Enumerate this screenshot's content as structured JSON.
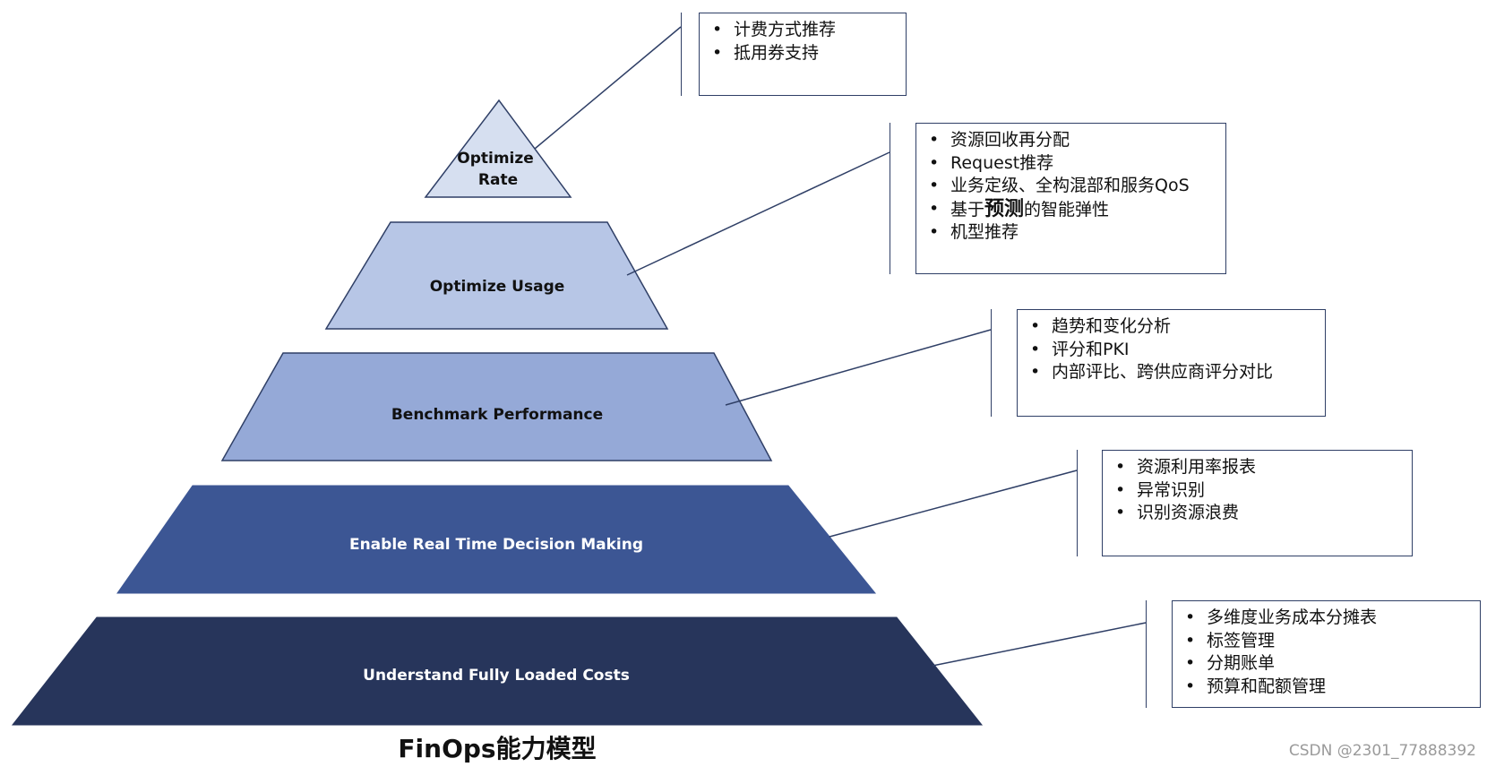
{
  "tiers": [
    {
      "label_lines": [
        "Optimize",
        "Rate"
      ],
      "color": "#d6dff0",
      "text_color": "#111111",
      "items": [
        {
          "text": "计费方式推荐"
        },
        {
          "text": "抵用券支持"
        }
      ]
    },
    {
      "label_lines": [
        "Optimize Usage"
      ],
      "color": "#b7c6e6",
      "text_color": "#111111",
      "items": [
        {
          "text": "资源回收再分配"
        },
        {
          "text": "Request推荐"
        },
        {
          "text": "业务定级、全构混部和服务QoS"
        },
        {
          "before": "基于",
          "bold": "预测",
          "after": "的智能弹性"
        },
        {
          "text": "机型推荐"
        }
      ]
    },
    {
      "label_lines": [
        "Benchmark Performance"
      ],
      "color": "#95a9d7",
      "text_color": "#111111",
      "items": [
        {
          "text": "趋势和变化分析"
        },
        {
          "text": "评分和PKI"
        },
        {
          "text": "内部评比、跨供应商评分对比"
        }
      ]
    },
    {
      "label_lines": [
        "Enable Real Time Decision Making"
      ],
      "color": "#3c5694",
      "text_color": "#ffffff",
      "items": [
        {
          "text": "资源利用率报表"
        },
        {
          "text": "异常识别"
        },
        {
          "text": "识别资源浪费"
        }
      ]
    },
    {
      "label_lines": [
        "Understand Fully Loaded Costs"
      ],
      "color": "#27355b",
      "text_color": "#ffffff",
      "items": [
        {
          "text": "多维度业务成本分摊表"
        },
        {
          "text": "标签管理"
        },
        {
          "text": "分期账单"
        },
        {
          "text": "预算和配额管理"
        }
      ]
    }
  ],
  "caption": "FinOps能力模型",
  "watermark": "CSDN @2301_77888392",
  "colors": {
    "outline": "#2f3f66",
    "connector": "#2f3f66"
  }
}
